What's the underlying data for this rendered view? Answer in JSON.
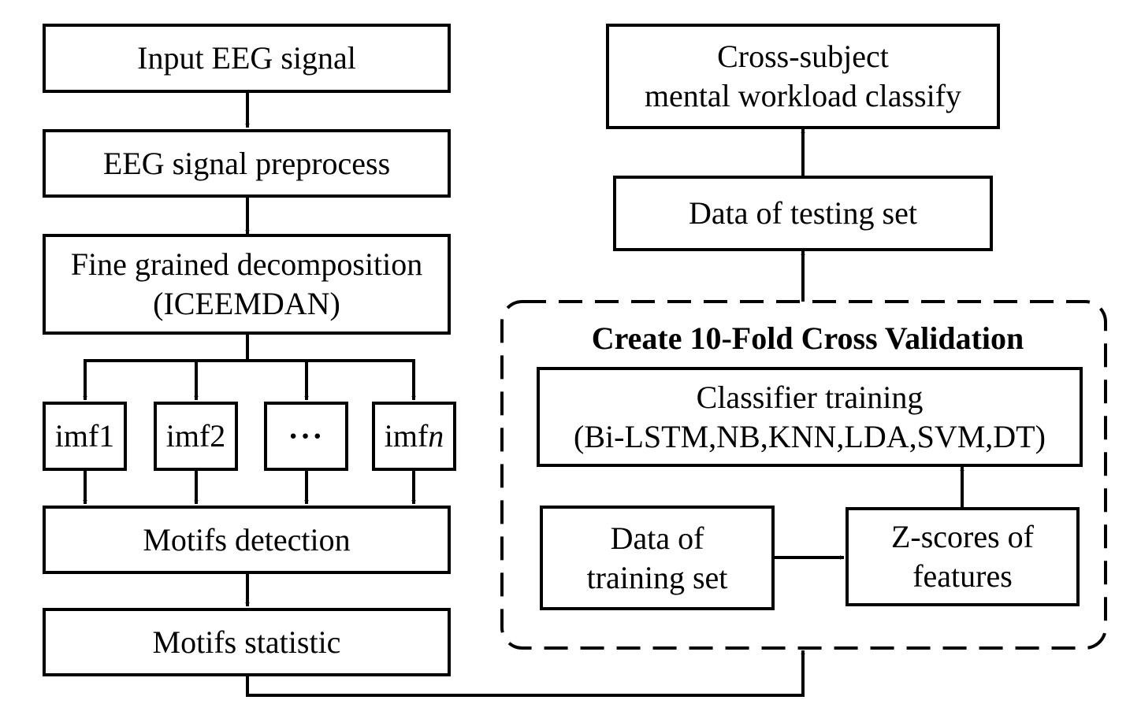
{
  "left_flow": {
    "input": "Input EEG signal",
    "preprocess": "EEG signal preprocess",
    "decomposition": {
      "line1": "Fine grained decomposition",
      "line2": "(ICEEMDAN)"
    },
    "imfs": {
      "imf1": "imf1",
      "imf2": "imf2",
      "ellipsis": "···",
      "imfn_prefix": "imf",
      "imfn_suffix": "n"
    },
    "motifs_detection": "Motifs detection",
    "motifs_statistic": "Motifs statistic"
  },
  "right_flow": {
    "classify": {
      "line1": "Cross-subject",
      "line2": "mental workload classify"
    },
    "testing": "Data of testing set",
    "cv_group": {
      "title": "Create 10-Fold Cross Validation",
      "classifier": {
        "line1": "Classifier training",
        "line2": "(Bi-LSTM,NB,KNN,LDA,SVM,DT)"
      },
      "training": {
        "line1": "Data of",
        "line2": "training set"
      },
      "zscores": {
        "line1": "Z-scores of",
        "line2": "features"
      }
    }
  }
}
